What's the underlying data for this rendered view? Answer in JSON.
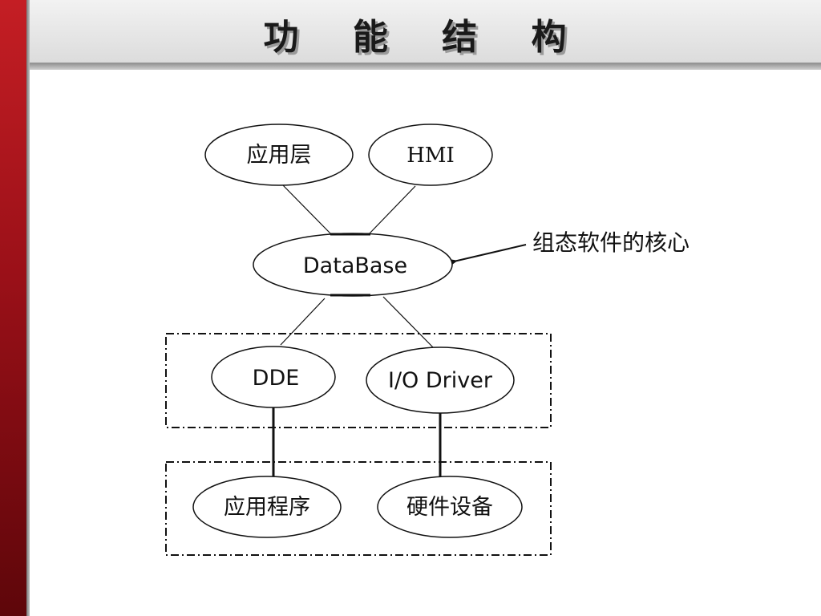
{
  "slide": {
    "title": "功 能 结 构"
  },
  "diagram": {
    "nodes": {
      "app_layer": "应用层",
      "hmi": "HMI",
      "database": "DataBase",
      "dde": "DDE",
      "io_driver": "I/O Driver",
      "app_program": "应用程序",
      "hardware": "硬件设备"
    },
    "annotation": "组态软件的核心"
  },
  "colors": {
    "accent_bar": "#c41e24",
    "line": "#111111"
  }
}
